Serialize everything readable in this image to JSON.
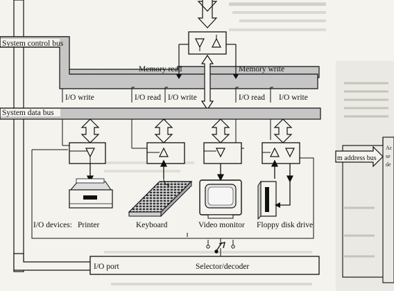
{
  "buses": {
    "control": "System control bus",
    "data": "System data bus",
    "address": "m address bus"
  },
  "signals": {
    "memory_read": "Memory read",
    "memory_write": "Memory write",
    "io_write_1": "I/O write",
    "io_read_1": "I/O read",
    "io_write_2": "I/O write",
    "io_read_2": "I/O read",
    "io_write_3": "I/O write"
  },
  "devices": {
    "prefix": "I/O devices:",
    "printer": "Printer",
    "keyboard": "Keyboard",
    "video_monitor": "Video monitor",
    "floppy": "Floppy disk drive"
  },
  "blocks": {
    "io_port": "I/O port",
    "selector_decoder": "Selector/decoder"
  },
  "right_panel": {
    "lines": [
      "Ac",
      "se",
      "de"
    ]
  },
  "colors": {
    "bus_fill": "#cfcfcf",
    "line": "#111111",
    "paper": "#f4f3ee"
  }
}
